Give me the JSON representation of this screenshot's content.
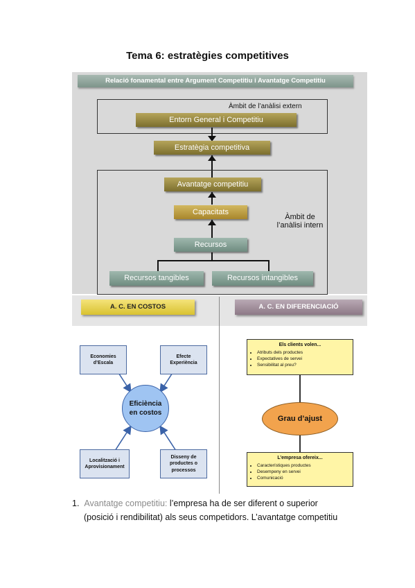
{
  "title": "Tema 6: estratègies competitives",
  "diagram1": {
    "banner": "Relació fonamental entre Argument Competitiu i Avantatge Competitiu",
    "extern_label": "Àmbit de l’anàlisi extern",
    "intern_label_1": "Àmbit de",
    "intern_label_2": "l’anàlisi intern",
    "entorn": "Entorn General i Competitiu",
    "estrategia": "Estratègia competitiva",
    "avantatge": "Avantatge competitiu",
    "capacitats": "Capacitats",
    "recursos": "Recursos",
    "tangibles": "Recursos tangibles",
    "intangibles": "Recursos intangibles"
  },
  "diagram2": {
    "tab_costos": "A. C. EN COSTOS",
    "tab_diferenciacio": "A. C. EN DIFERENCIACIÓ",
    "economies_1": "Economies",
    "economies_2": "d’Escala",
    "efecte_1": "Efecte",
    "efecte_2": "Experiència",
    "eficiencia_1": "Eficiència",
    "eficiencia_2": "en costos",
    "localitzacio_1": "Localització i",
    "localitzacio_2": "Aprovisionament",
    "disseny_1": "Disseny de",
    "disseny_2": "productes o",
    "disseny_3": "processos",
    "clients_title": "Els clients volen...",
    "clients_items": [
      "Atributs dels productes",
      "Expectatives de servei",
      "Sensibilitat al preu?"
    ],
    "grau": "Grau d’ajust",
    "empresa_title": "L’empresa ofereix...",
    "empresa_items": [
      "Característiques productes",
      "Desempeny en servei",
      "Comunicació"
    ]
  },
  "body": {
    "num": "1.",
    "term": "Avantatge competitiu:",
    "line1_rest": " l’empresa ha de ser diferent o superior",
    "line2": "(posició i rendibilitat) als seus competidors. L’avantatge competitiu"
  },
  "colors": {
    "gold": "#9a8a40",
    "teal": "#7e958b",
    "circle": "#9fc4f2",
    "ellipse": "#f2a34d",
    "yellow_box": "#fff5a6"
  }
}
